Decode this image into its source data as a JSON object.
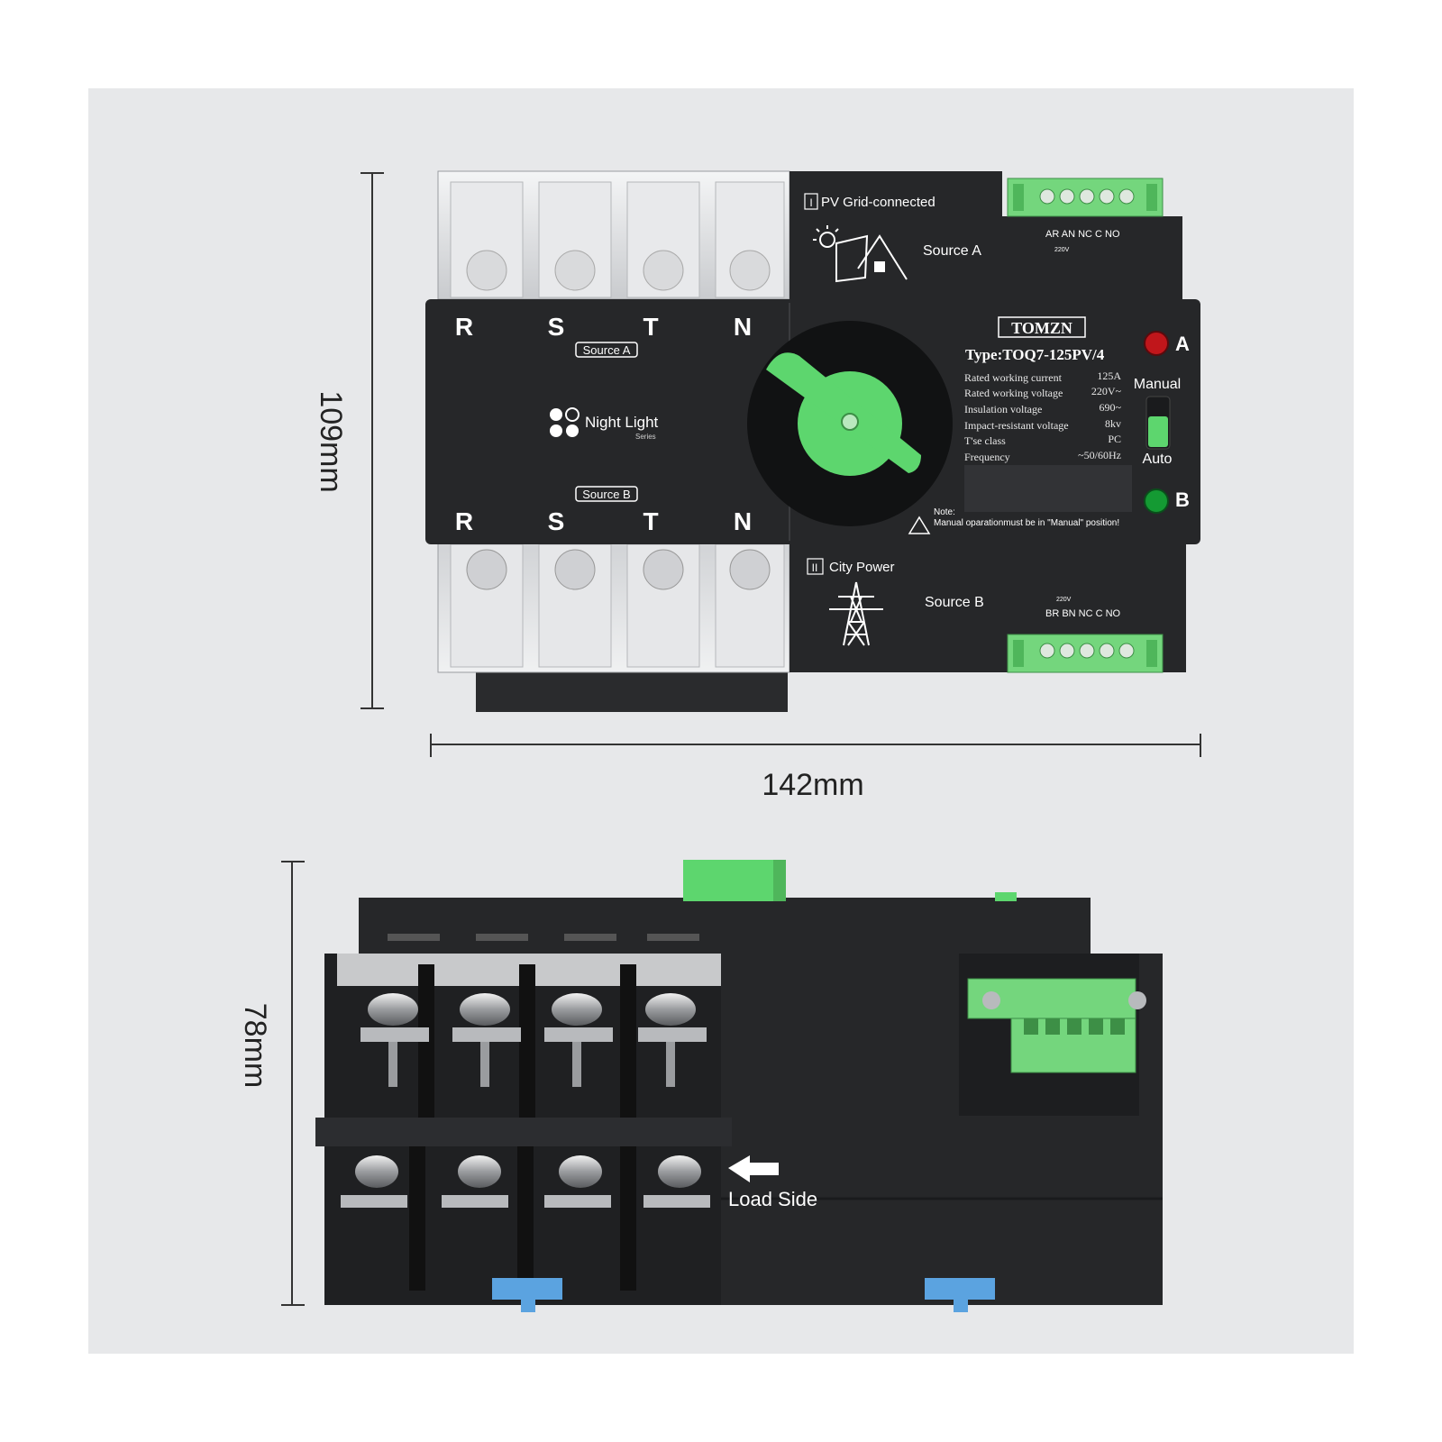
{
  "dimensions": {
    "height_top": "109mm",
    "width_top": "142mm",
    "height_side": "78mm"
  },
  "phases": [
    "R",
    "S",
    "T",
    "N"
  ],
  "labels": {
    "source_a_tag": "Source A",
    "source_b_tag": "Source B",
    "brand_series": "Night Light",
    "brand_series_sub": "Series",
    "pv_mark": "I",
    "pv_grid": "PV Grid-connected",
    "source_a": "Source A",
    "city_mark": "II",
    "city_power": "City Power",
    "source_b": "Source B",
    "top_terminals": "AR AN NC C NO",
    "top_terminal_voltage": "220V",
    "bottom_terminals": "BR BN NC C NO",
    "bottom_terminal_voltage": "220V",
    "brand": "TOMZN",
    "type": "Type:TOQ7-125PV/4",
    "manual": "Manual",
    "auto": "Auto",
    "indicator_a": "A",
    "indicator_b": "B",
    "note_title": "Note:",
    "note_text": "Manual oparationmust be in \"Manual\" position!",
    "load_side": "Load Side"
  },
  "specs": [
    {
      "label": "Rated working current",
      "value": "125A"
    },
    {
      "label": "Rated working voltage",
      "value": "220V~"
    },
    {
      "label": "Insulation voltage",
      "value": "690~"
    },
    {
      "label": "Impact-resistant voltage",
      "value": "8kv"
    },
    {
      "label": "T'se class",
      "value": "PC"
    },
    {
      "label": "Frequency",
      "value": "~50/60Hz"
    }
  ],
  "colors": {
    "body": "#262729",
    "body_dark": "#1a1b1d",
    "accent_green": "#5dd66e",
    "terminal_green": "#74d67d",
    "led_red": "#c0161b",
    "led_green": "#149a33",
    "din_clip": "#5ba3e0",
    "background": "#e7e8ea"
  }
}
